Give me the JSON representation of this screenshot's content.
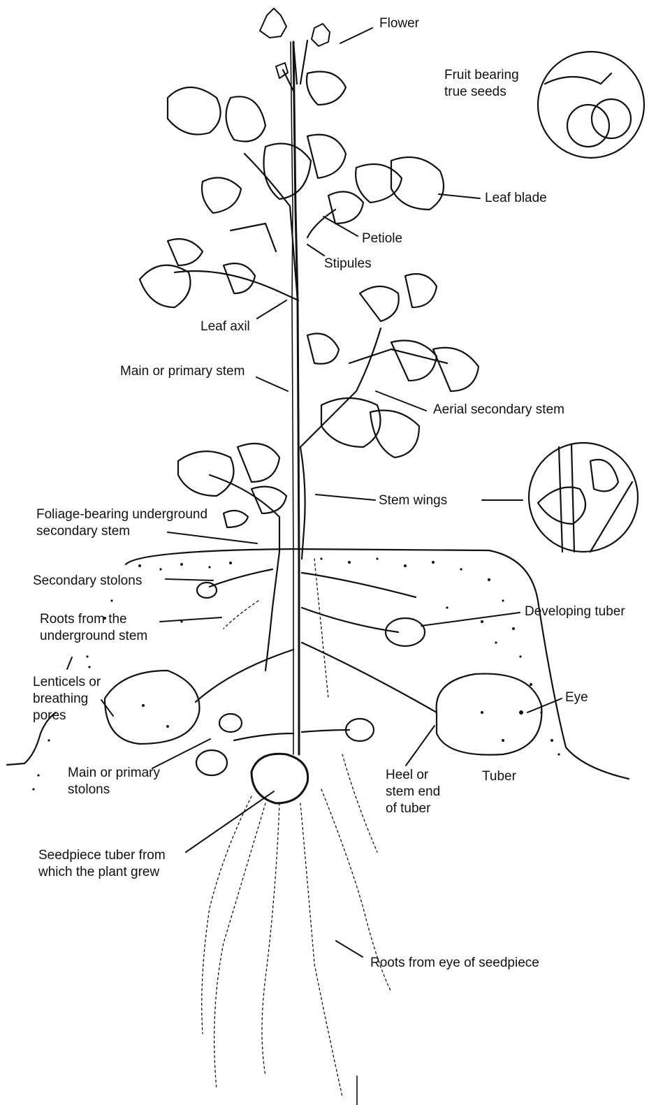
{
  "colors": {
    "ink": "#111111",
    "background": "#ffffff"
  },
  "labels": {
    "flower": "Flower",
    "fruit": [
      "Fruit bearing",
      "true seeds"
    ],
    "leaf_blade": "Leaf blade",
    "petiole": "Petiole",
    "stipules": "Stipules",
    "leaf_axil": "Leaf axil",
    "main_stem": "Main or primary stem",
    "aerial_secondary_stem": "Aerial secondary stem",
    "stem_wings": "Stem wings",
    "foliage_underground": [
      "Foliage-bearing underground",
      "secondary stem"
    ],
    "secondary_stolons": "Secondary stolons",
    "roots_underground": [
      "Roots from the",
      "underground stem"
    ],
    "developing_tuber": "Developing tuber",
    "lenticels": [
      "Lenticels or",
      "breathing",
      "pores"
    ],
    "eye": "Eye",
    "main_stolons": [
      "Main or primary",
      "stolons"
    ],
    "heel": [
      "Heel or",
      "stem end",
      "of tuber"
    ],
    "tuber": "Tuber",
    "seedpiece": [
      "Seedpiece tuber from",
      "which the plant grew"
    ],
    "roots_seedpiece": "Roots from eye of seedpiece"
  }
}
